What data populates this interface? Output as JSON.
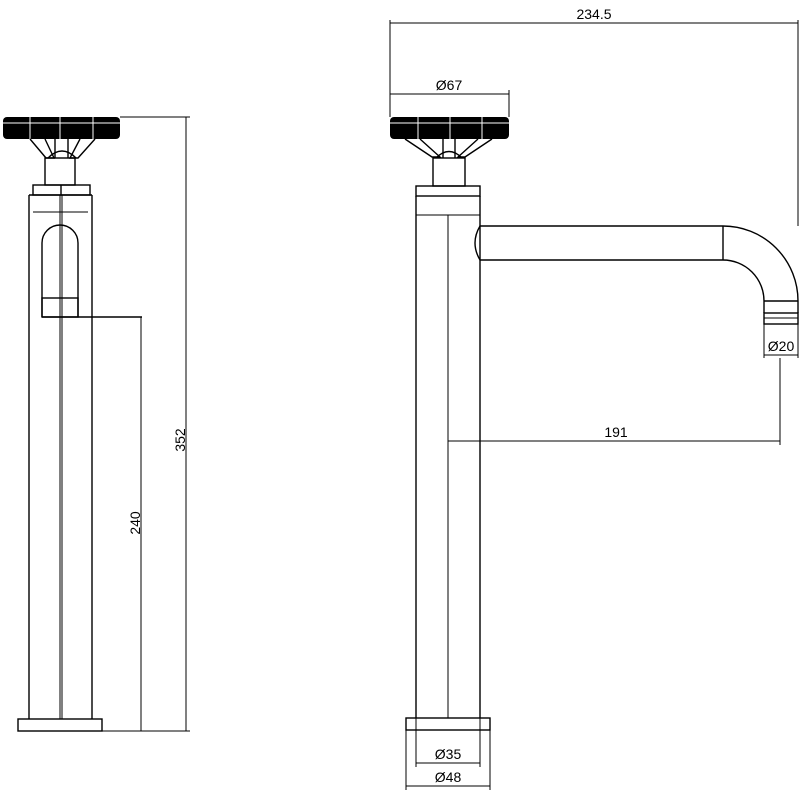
{
  "dimensions": {
    "total_reach": "234.5",
    "handle_diameter": "Ø67",
    "outlet_diameter": "Ø20",
    "spout_reach": "191",
    "total_height": "352",
    "spout_height": "240",
    "body_diameter": "Ø35",
    "base_diameter": "Ø48"
  },
  "colors": {
    "line": "#000000",
    "background": "#ffffff"
  }
}
